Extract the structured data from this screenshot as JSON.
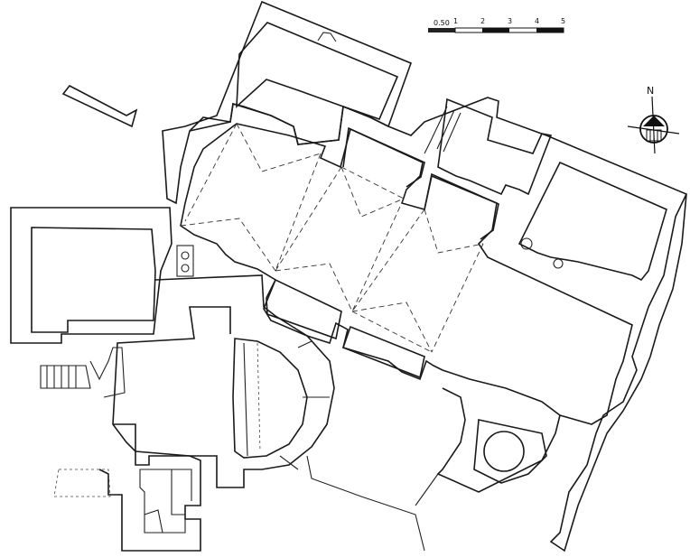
{
  "north_arrow": {
    "label": "N"
  },
  "scale_bar": {
    "labels": [
      "0.50",
      "1",
      "2",
      "3",
      "4",
      "5"
    ]
  }
}
